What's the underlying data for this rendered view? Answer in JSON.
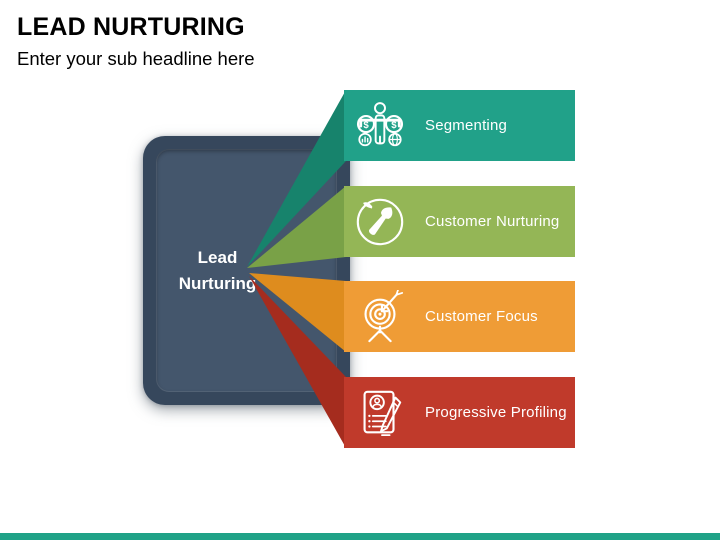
{
  "header": {
    "title": "LEAD NURTURING",
    "subtitle": "Enter your sub headline here"
  },
  "core": {
    "label": "Lead\nNurturing",
    "border_color": "#36475C",
    "panel_color": "#44566C"
  },
  "banners": [
    {
      "label": "Segmenting",
      "icon": "people-money-segmentation-icon",
      "color": "#21A189",
      "triangle_color": "#17836C"
    },
    {
      "label": "Customer Nurturing",
      "icon": "sprout-trowel-icon",
      "color": "#94B656",
      "triangle_color": "#79A147"
    },
    {
      "label": "Customer Focus",
      "icon": "target-arrow-icon",
      "color": "#EF9C36",
      "triangle_color": "#DE8C1E"
    },
    {
      "label": "Progressive Profiling",
      "icon": "profile-document-pencil-icon",
      "color": "#C03A2B",
      "triangle_color": "#A52C1E"
    }
  ],
  "accent": {
    "bottom_bar": "#1FA287"
  }
}
